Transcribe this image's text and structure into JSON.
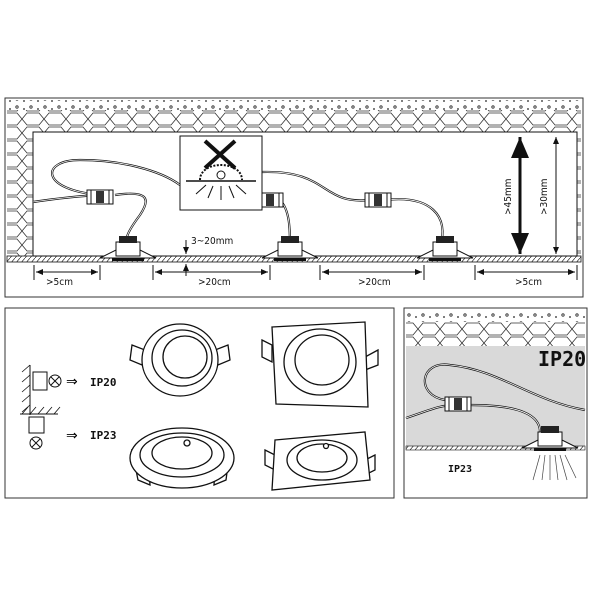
{
  "installation": {
    "distance_edge_left": ">5cm",
    "distance_between_1": ">20cm",
    "distance_between_2": ">20cm",
    "distance_edge_right": ">5cm",
    "ceiling_thickness": "3~20mm",
    "min_depth_a": ">45mm",
    "min_depth_b": ">30mm",
    "warning_icon": "no-insulation-cover-icon"
  },
  "protection": {
    "wall_mount_rating": "IP20",
    "ceiling_mount_rating": "IP23"
  },
  "detail": {
    "above_ceiling_rating": "IP20",
    "below_ceiling_rating": "IP23"
  }
}
